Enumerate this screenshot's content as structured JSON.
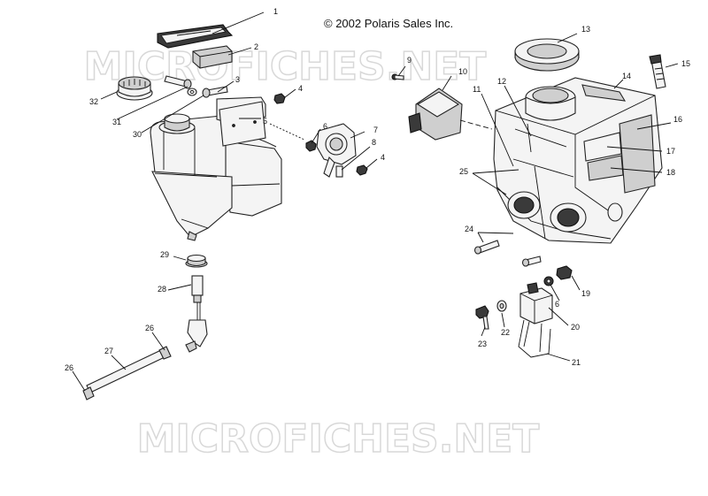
{
  "copyright": "© 2002 Polaris Sales Inc.",
  "watermark": "MICROFICHES.NET",
  "callouts": [
    "1",
    "2",
    "3",
    "4",
    "5",
    "6",
    "7",
    "8",
    "4",
    "9",
    "10",
    "11",
    "12",
    "13",
    "14",
    "15",
    "16",
    "17",
    "18",
    "25",
    "24",
    "19",
    "6",
    "20",
    "21",
    "22",
    "23",
    "29",
    "28",
    "26",
    "27",
    "26",
    "32",
    "31",
    "30"
  ]
}
